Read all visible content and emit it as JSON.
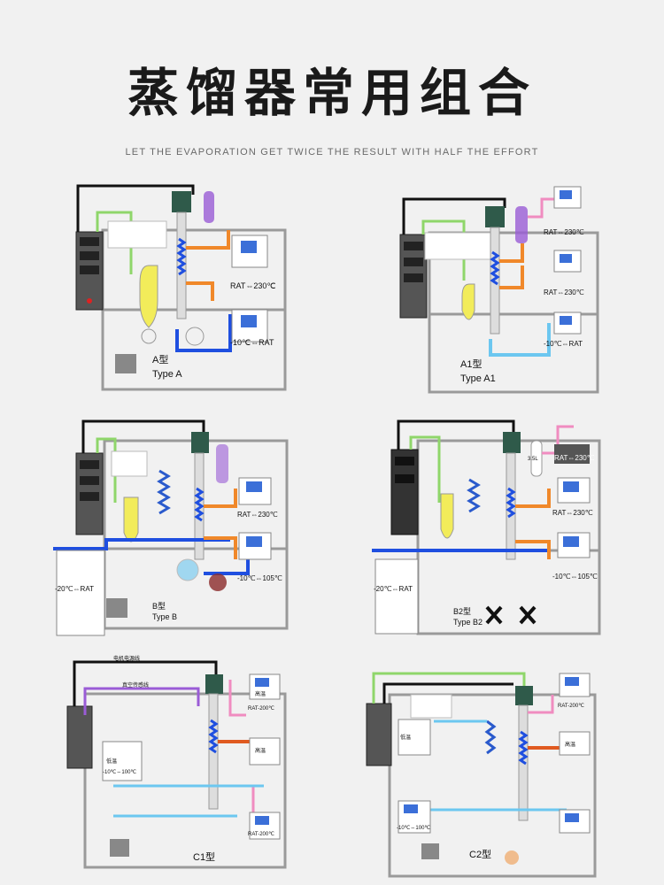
{
  "header": {
    "title": "蒸馏器常用组合",
    "subtitle": "LET THE EVAPORATION GET TWICE THE RESULT WITH HALF THE EFFORT"
  },
  "colors": {
    "frame": "#9a9a9a",
    "cable": "#111111",
    "green": "#8fd66a",
    "orange": "#f0882a",
    "blue": "#1f4fe0",
    "lightblue": "#6cc7f0",
    "yellow": "#f2ec5a",
    "purple": "#9a5cd6",
    "pink": "#f08cc0",
    "darkred": "#8b2a2a",
    "column": "#2a5acc"
  },
  "panels": [
    {
      "id": "a",
      "label_cn": "A型",
      "label_en": "Type A",
      "hot_temp": "RAT⇔230℃",
      "cold_temp": "-10℃⇔RAT"
    },
    {
      "id": "a1",
      "label_cn": "A1型",
      "label_en": "Type A1",
      "hot_temp": "RAT⇔230℃",
      "hot_temp2": "RAT⇔230℃",
      "cold_temp": "-10℃⇔RAT"
    },
    {
      "id": "b",
      "label_cn": "B型",
      "label_en": "Type B",
      "hot_temp": "RAT⇔230℃",
      "cold_temp": "-10℃⇔105℃",
      "chiller_temp": "-20℃⇔RAT"
    },
    {
      "id": "b2",
      "label_cn": "B2型",
      "label_en": "Type B2",
      "hot_temp": "RAT⇔230℃",
      "hot_temp2": "RAT⇔230℃",
      "cold_temp": "-10℃⇔105℃",
      "chiller_temp": "-20℃⇔RAT",
      "small": "3.5L"
    },
    {
      "id": "c1",
      "label_cn": "C1型",
      "hot_temp": "RAT-200℃",
      "cold_temp": "RAT-200℃",
      "side_temp": "-10℃⇔100℃",
      "cable_label": "电机电源线",
      "cable_label2": "真空传感线",
      "unit": "高温",
      "unit2": "低温"
    },
    {
      "id": "c2",
      "label_cn": "C2型",
      "hot_temp": "RAT-200℃",
      "cold_temp": "-10℃⇔100℃",
      "unit": "高温",
      "unit2": "低温"
    }
  ]
}
